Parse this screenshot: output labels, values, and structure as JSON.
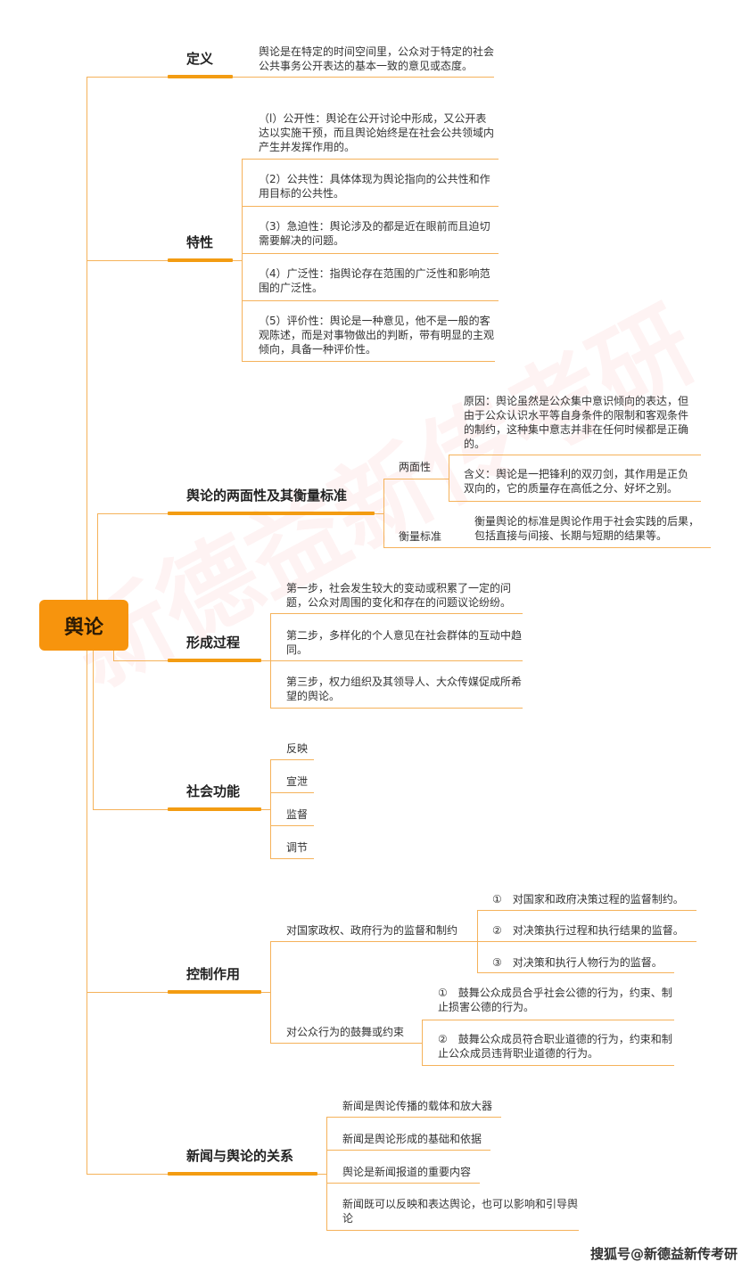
{
  "root": {
    "label": "舆论"
  },
  "watermark": "新德益新传考研",
  "credit": "搜狐号@新德益新传考研",
  "branches": {
    "definition": {
      "label": "定义",
      "text": "舆论是在特定的时间空间里，公众对于特定的社会公共事务公开表达的基本一致的意见或态度。"
    },
    "characteristics": {
      "label": "特性",
      "items": [
        "（l）公开性：舆论在公开讨论中形成，又公开表达以实施干预，而且舆论始终是在社会公共领域内产生并发挥作用的。",
        "（2）公共性：具体体现为舆论指向的公共性和作用目标的公共性。",
        "（3）急迫性：舆论涉及的都是近在眼前而且迫切需要解决的问题。",
        "（4）广泛性：指舆论存在范围的广泛性和影响范围的广泛性。",
        "（5）评价性：舆论是一种意见，他不是一般的客观陈述，而是对事物做出的判断，带有明显的主观倾向，具备一种评价性。"
      ]
    },
    "duality": {
      "label": "舆论的两面性及其衡量标准",
      "sub": [
        {
          "label": "两面性",
          "items": [
            "原因：舆论虽然是公众集中意识倾向的表达，但由于公众认识水平等自身条件的限制和客观条件的制约，这种集中意志并非在任何时候都是正确的。",
            "含义：舆论是一把锋利的双刃剑，其作用是正负双向的，它的质量存在高低之分、好坏之别。"
          ]
        },
        {
          "label": "衡量标准",
          "items": [
            "衡量舆论的标准是舆论作用于社会实践的后果，包括直接与间接、长期与短期的结果等。"
          ]
        }
      ]
    },
    "formation": {
      "label": "形成过程",
      "items": [
        "第一步，社会发生较大的变动或积累了一定的问题，公众对周围的变化和存在的问题议论纷纷。",
        "第二步，多样化的个人意见在社会群体的互动中趋同。",
        "第三步，权力组织及其领导人、大众传媒促成所希望的舆论。"
      ]
    },
    "social_functions": {
      "label": "社会功能",
      "items": [
        "反映",
        "宣泄",
        "监督",
        "调节"
      ]
    },
    "control": {
      "label": "控制作用",
      "sub": [
        {
          "label": "对国家政权、政府行为的监督和制约",
          "items": [
            "①　对国家和政府决策过程的监督制约。",
            "②　对决策执行过程和执行结果的监督。",
            "③　对决策和执行人物行为的监督。"
          ]
        },
        {
          "label": "对公众行为的鼓舞或约束",
          "items": [
            "①　鼓舞公众成员合乎社会公德的行为，约束、制止损害公德的行为。",
            "②　鼓舞公众成员符合职业道德的行为，约束和制止公众成员违背职业道德的行为。"
          ]
        }
      ]
    },
    "news_relation": {
      "label": "新闻与舆论的关系",
      "items": [
        "新闻是舆论传播的载体和放大器",
        "新闻是舆论形成的基础和依据",
        "舆论是新闻报道的重要内容",
        "新闻既可以反映和表达舆论，也可以影响和引导舆论"
      ]
    }
  },
  "colors": {
    "accent": "#f39c12",
    "line": "#f5b25a",
    "root_bg": "#f7940d"
  }
}
